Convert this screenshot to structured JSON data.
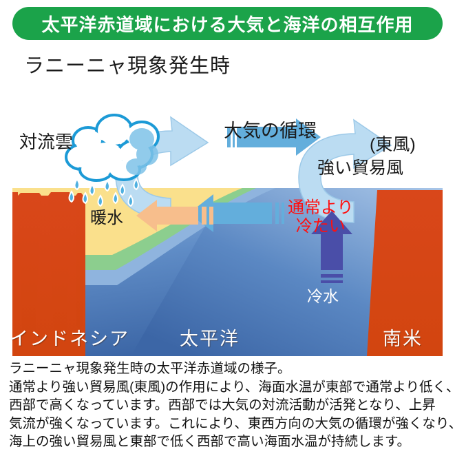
{
  "header": {
    "title": "太平洋赤道域における大気と海洋の相互作用",
    "banner_color": "#1BA34A",
    "title_color": "#FFFFFF"
  },
  "diagram": {
    "condition_label": "ラニーニャ現象発生時",
    "cloud_label": "対流雲",
    "circulation_label": "大気の循環",
    "easterly_label": "(東風)",
    "trade_wind_label": "強い貿易風",
    "warm_water_label": "暖水",
    "colder_than_usual_label_line1": "通常より",
    "colder_than_usual_label_line2": "冷たい",
    "cold_water_label": "冷水",
    "geography": {
      "west": "インドネシア",
      "center": "太平洋",
      "east": "南米"
    },
    "colors": {
      "land": "#D9471A",
      "warm_layer": "#FAE08C",
      "mid_layer": "#8CCE8E",
      "cool_layer": "#8FB4DE",
      "deep_layer": "#3E6FB0",
      "sky": "#FFFFFF",
      "arrow_blue": "#63AEDC",
      "arrow_pale_blue": "#BBDCF2",
      "arrow_orange": "#F7BE8C",
      "arrow_upwelling": "#4A4EA8",
      "cloud_outline": "#1C9AD6",
      "alert_text": "#FF1010"
    }
  },
  "caption": {
    "lines": [
      "ラニーニャ現象発生時の太平洋赤道域の様子。",
      "通常より強い貿易風(東風)の作用により、海面水温が東部で通常より低く、",
      "西部で高くなっています。西部では大気の対流活動が活発となり、上昇",
      "気流が強くなっています。これにより、東西方向の大気の循環が強くなり、",
      "海上の強い貿易風と東部で低く西部で高い海面水温が持続します。"
    ]
  }
}
